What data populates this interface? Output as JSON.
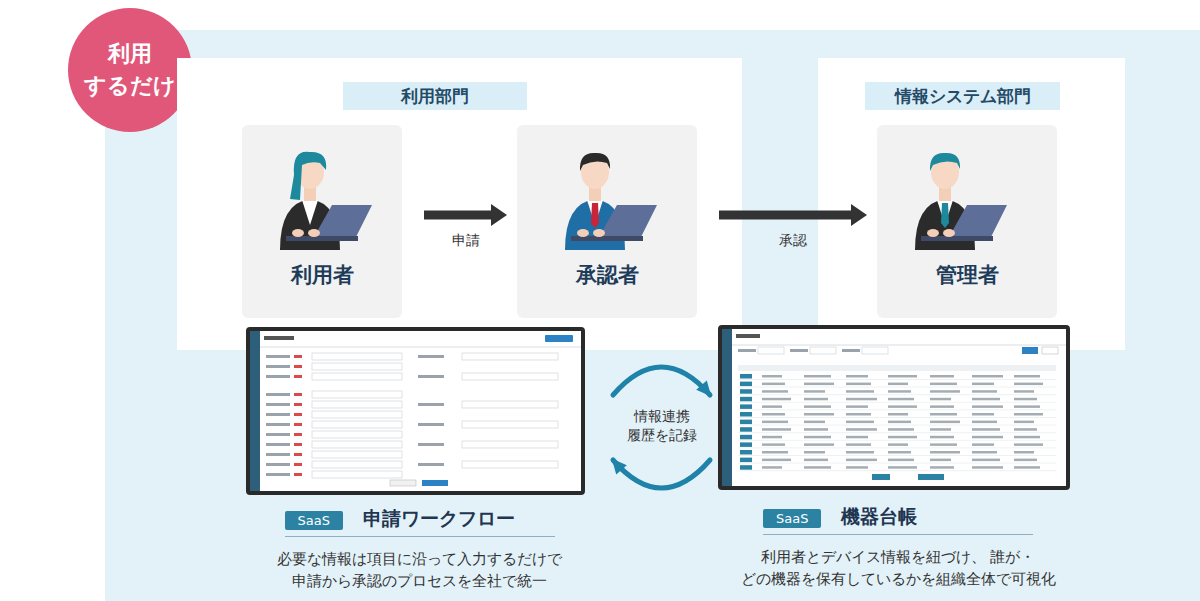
{
  "diagram": {
    "nodes": [
      {
        "text": [
          "利用 するだけ"
        ]
      },
      {
        "text": [
          "利用部門"
        ]
      },
      {
        "text": [
          "利用者"
        ],
        "in": 1
      },
      {
        "text": [
          "承認者"
        ],
        "in": 1
      },
      {
        "text": [
          "情報システム部門"
        ]
      },
      {
        "text": [
          "管理者"
        ],
        "in": 4
      },
      {
        "text": [
          "SaaS",
          "申請ワークフロー",
          "必要な情報は項目に沿って入力するだけで 申請から承認のプロセスを全社で統一"
        ]
      },
      {
        "text": [
          "SaaS",
          "機器台帳",
          "利用者とデバイス情報を紐づけ、 誰が・どの機器を保有しているかを組織全体で可視化"
        ]
      }
    ],
    "edges": [
      {
        "from": 2,
        "to": 3,
        "arrow": "to",
        "label": "申請"
      },
      {
        "from": 3,
        "to": 5,
        "arrow": "to",
        "label": "承認"
      },
      {
        "from": 6,
        "to": 7,
        "arrow": "to",
        "label": "情報連携 履歴を記録"
      },
      {
        "from": 7,
        "to": 6,
        "arrow": "to"
      }
    ]
  }
}
